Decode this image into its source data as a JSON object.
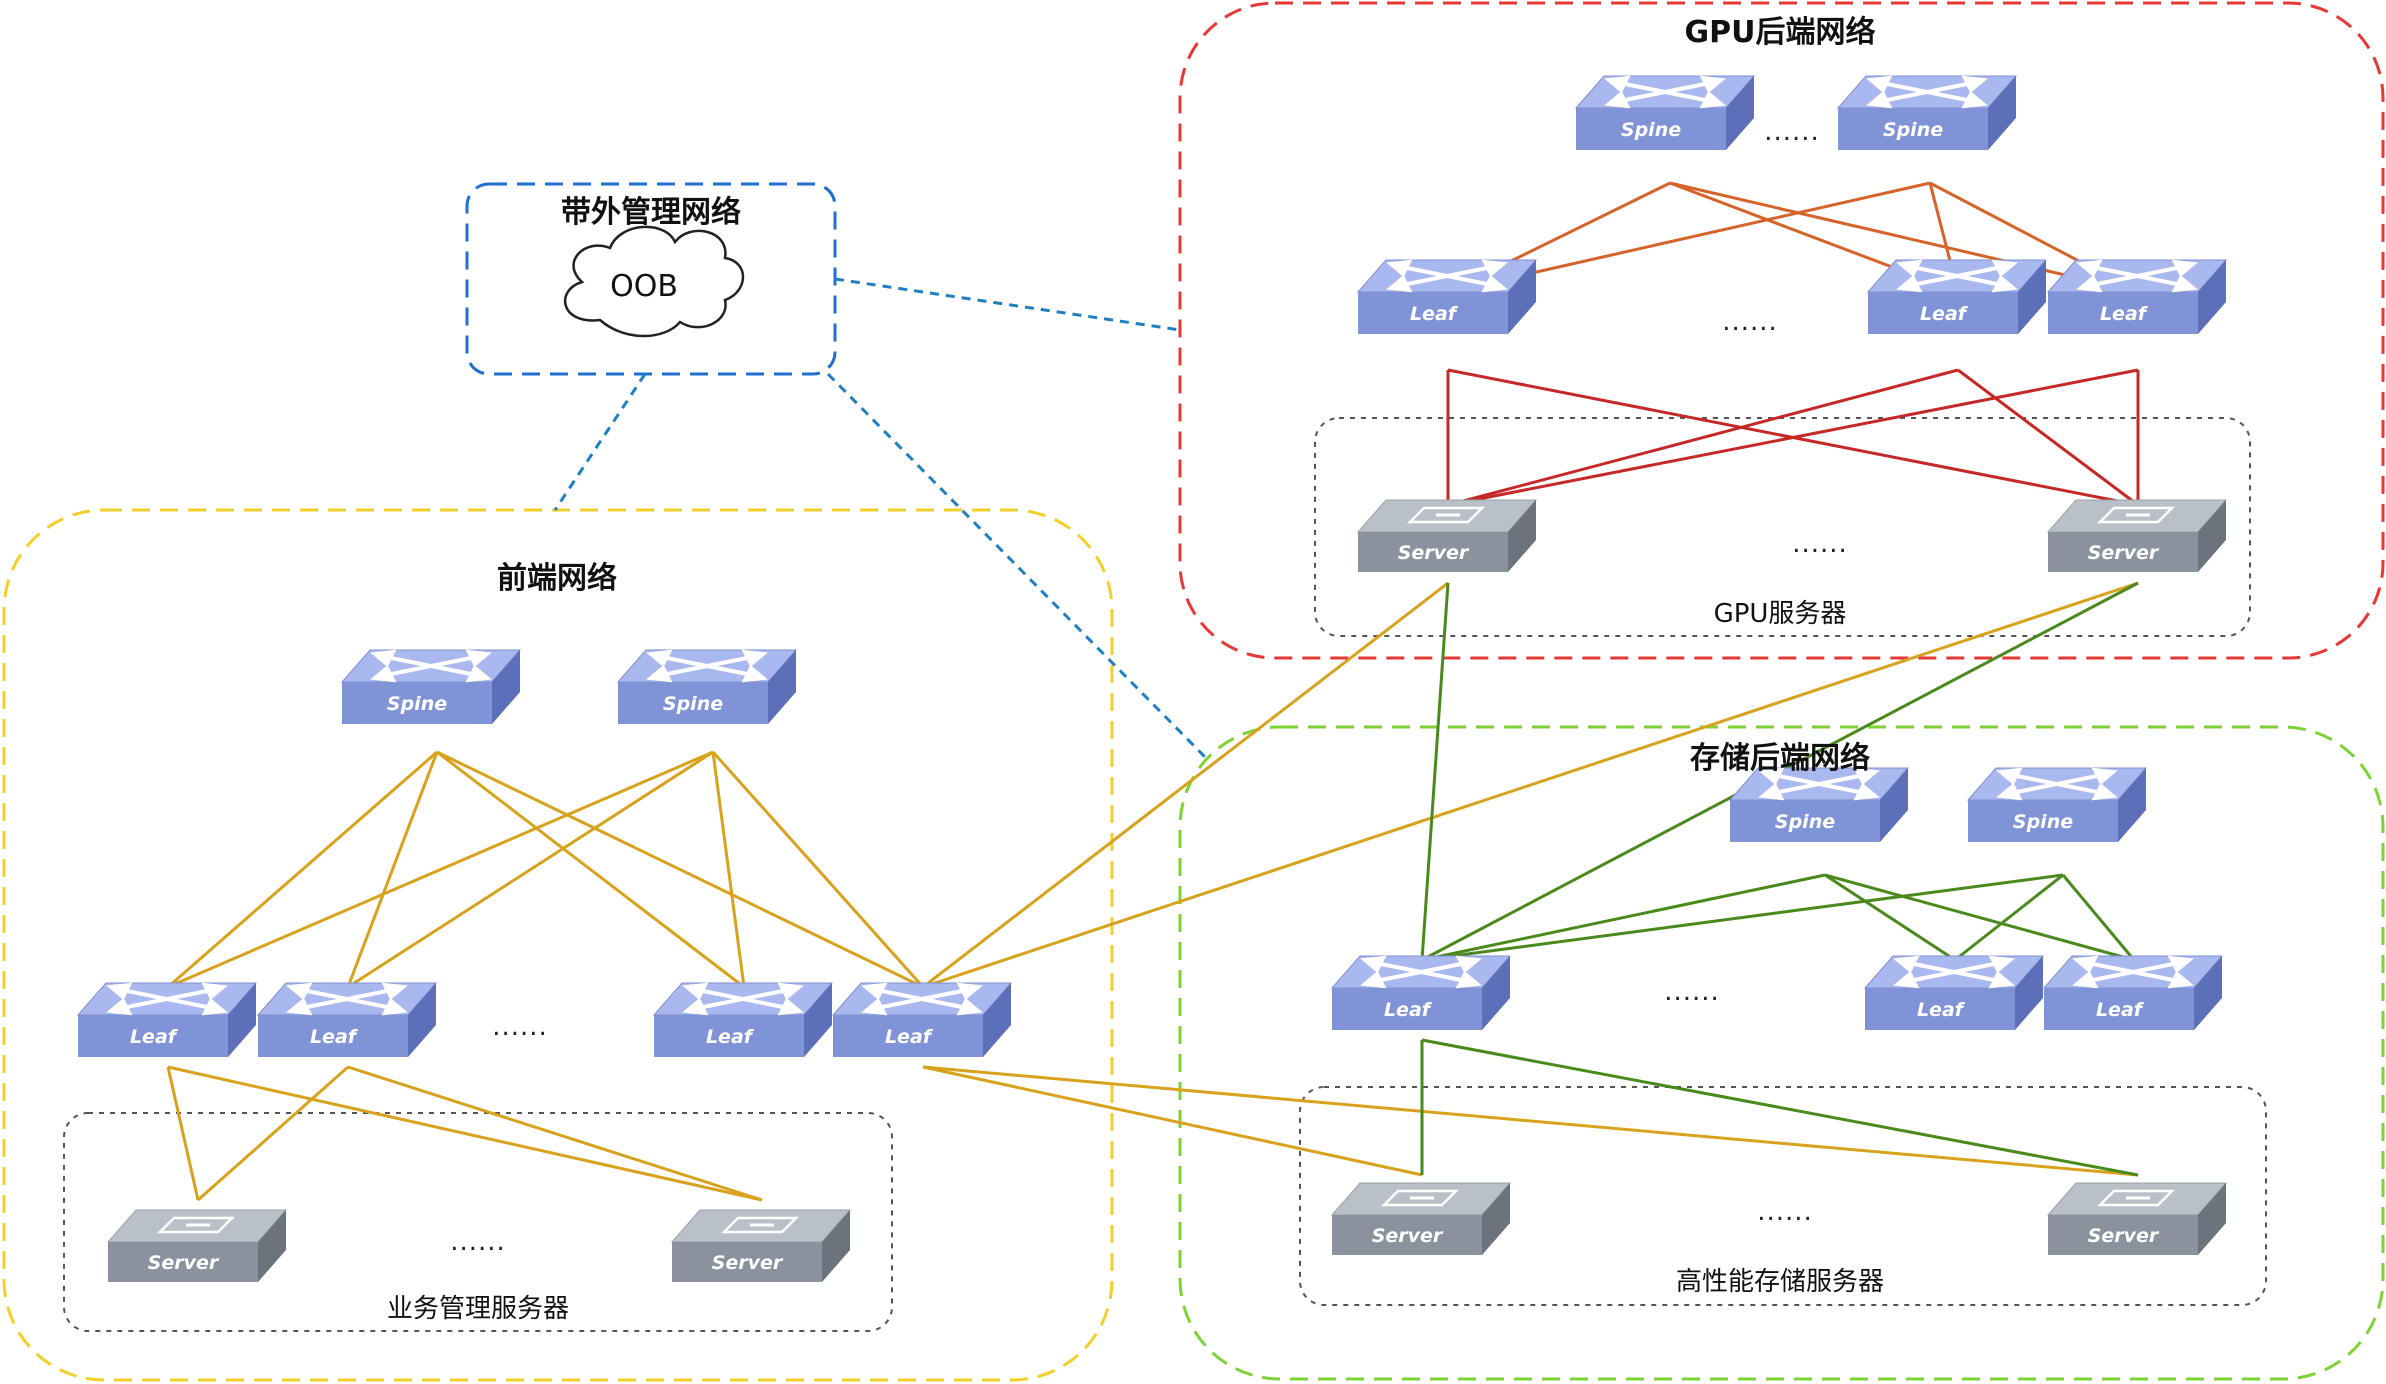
{
  "zones": {
    "oob": {
      "title": "带外管理网络",
      "cloud_label": "OOB"
    },
    "gpu": {
      "title": "GPU后端网络",
      "group_label": "GPU服务器"
    },
    "front": {
      "title": "前端网络",
      "group_label": "业务管理服务器"
    },
    "storage": {
      "title": "存储后端网络",
      "group_label": "高性能存储服务器"
    }
  },
  "labels": {
    "spine": "Spine",
    "leaf": "Leaf",
    "server": "Server",
    "ellipsis": "......"
  },
  "colors": {
    "gpu_border": "#e53935",
    "oob_border": "#1f6fd1",
    "front_border": "#f2cf2a",
    "storage_border": "#7ed334",
    "front_links": "#d9a21c",
    "gpu_spine_links": "#d5632a",
    "gpu_leaf_links": "#c62828",
    "storage_links": "#4a8a1c",
    "oob_links": "#1f7fc4",
    "switch_top": "#a9b8ee",
    "switch_front": "#8093d6",
    "switch_side": "#5d6fb8",
    "server_top": "#b9c0c8",
    "server_front": "#8a939d",
    "server_side": "#6b737c"
  }
}
